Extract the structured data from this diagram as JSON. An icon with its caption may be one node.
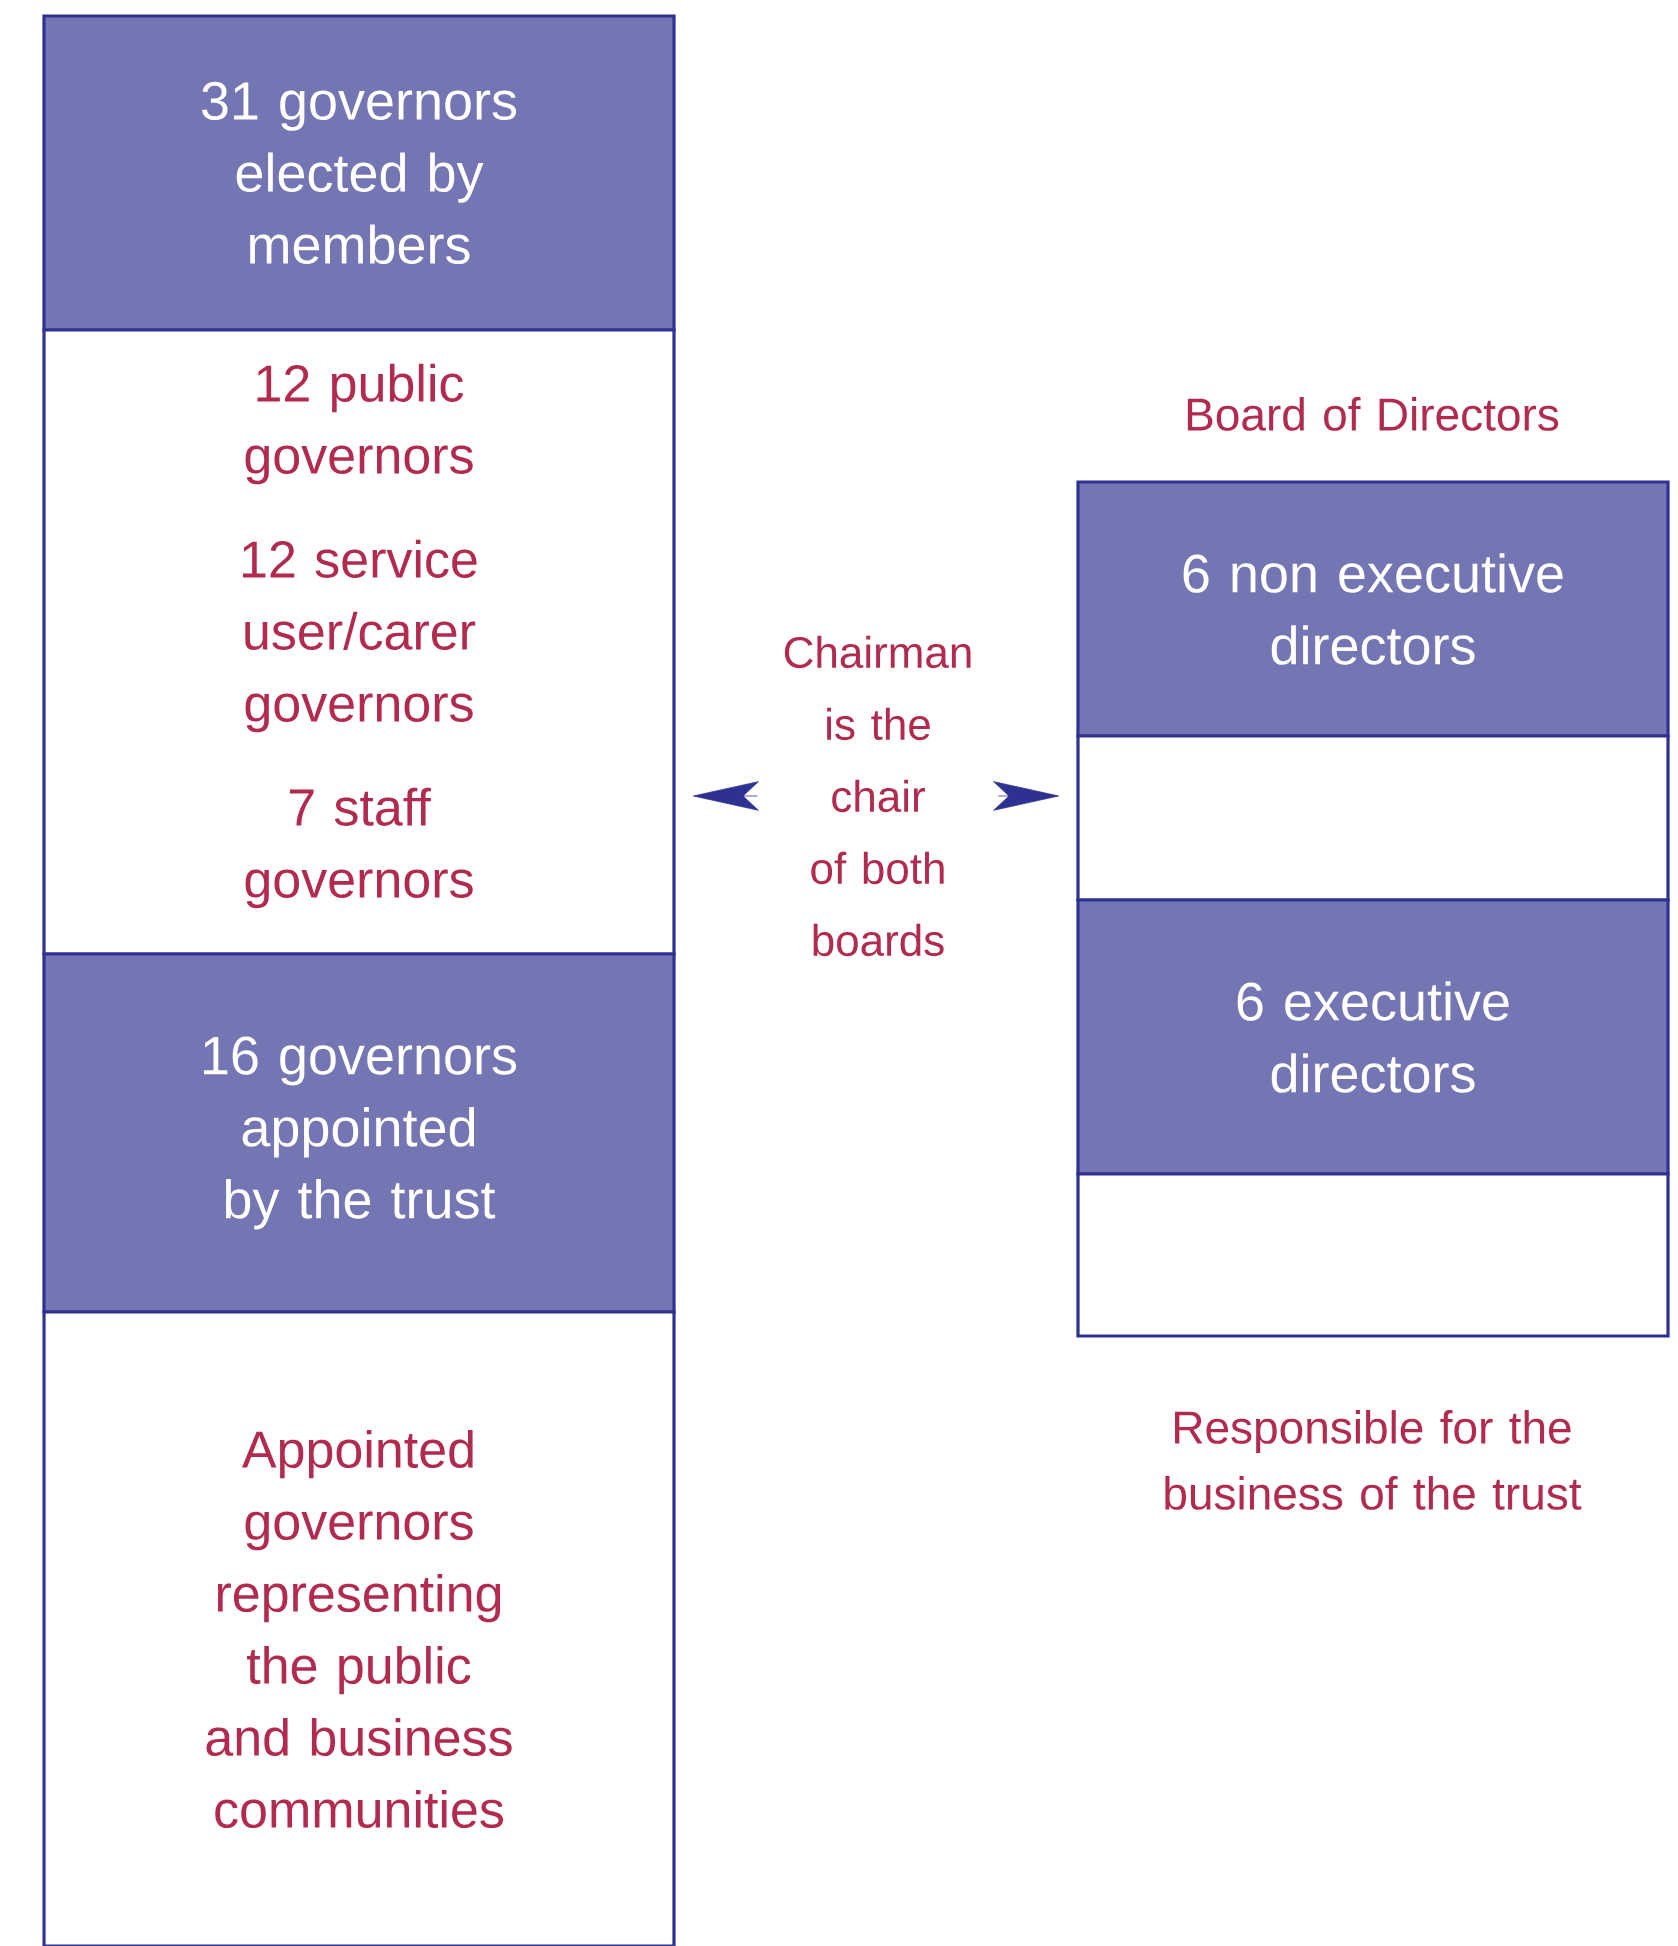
{
  "diagram": {
    "nodes": [
      {
        "text": [
          "31 governors elected by members"
        ]
      },
      {
        "text": [
          "12 public governors",
          "12 service user/carer governors",
          "7 staff governors"
        ]
      },
      {
        "text": [
          "16 governors appointed by the trust"
        ]
      },
      {
        "text": [
          "Appointed governors representing the public and business communities"
        ]
      },
      {
        "text": [
          "Chairman is the chair of both boards"
        ]
      },
      {
        "text": [
          "6 non executive directors"
        ]
      },
      {
        "text": [],
        "shape": "box"
      },
      {
        "text": [
          "6 executive directors"
        ]
      },
      {
        "text": [],
        "shape": "box"
      }
    ],
    "edges": [
      {
        "from": 4,
        "to": 1,
        "arrow": "to"
      },
      {
        "from": 4,
        "to": 6,
        "arrow": "to"
      }
    ],
    "labels": [
      "Board of Directors",
      "Responsible for the business of the trust"
    ]
  }
}
